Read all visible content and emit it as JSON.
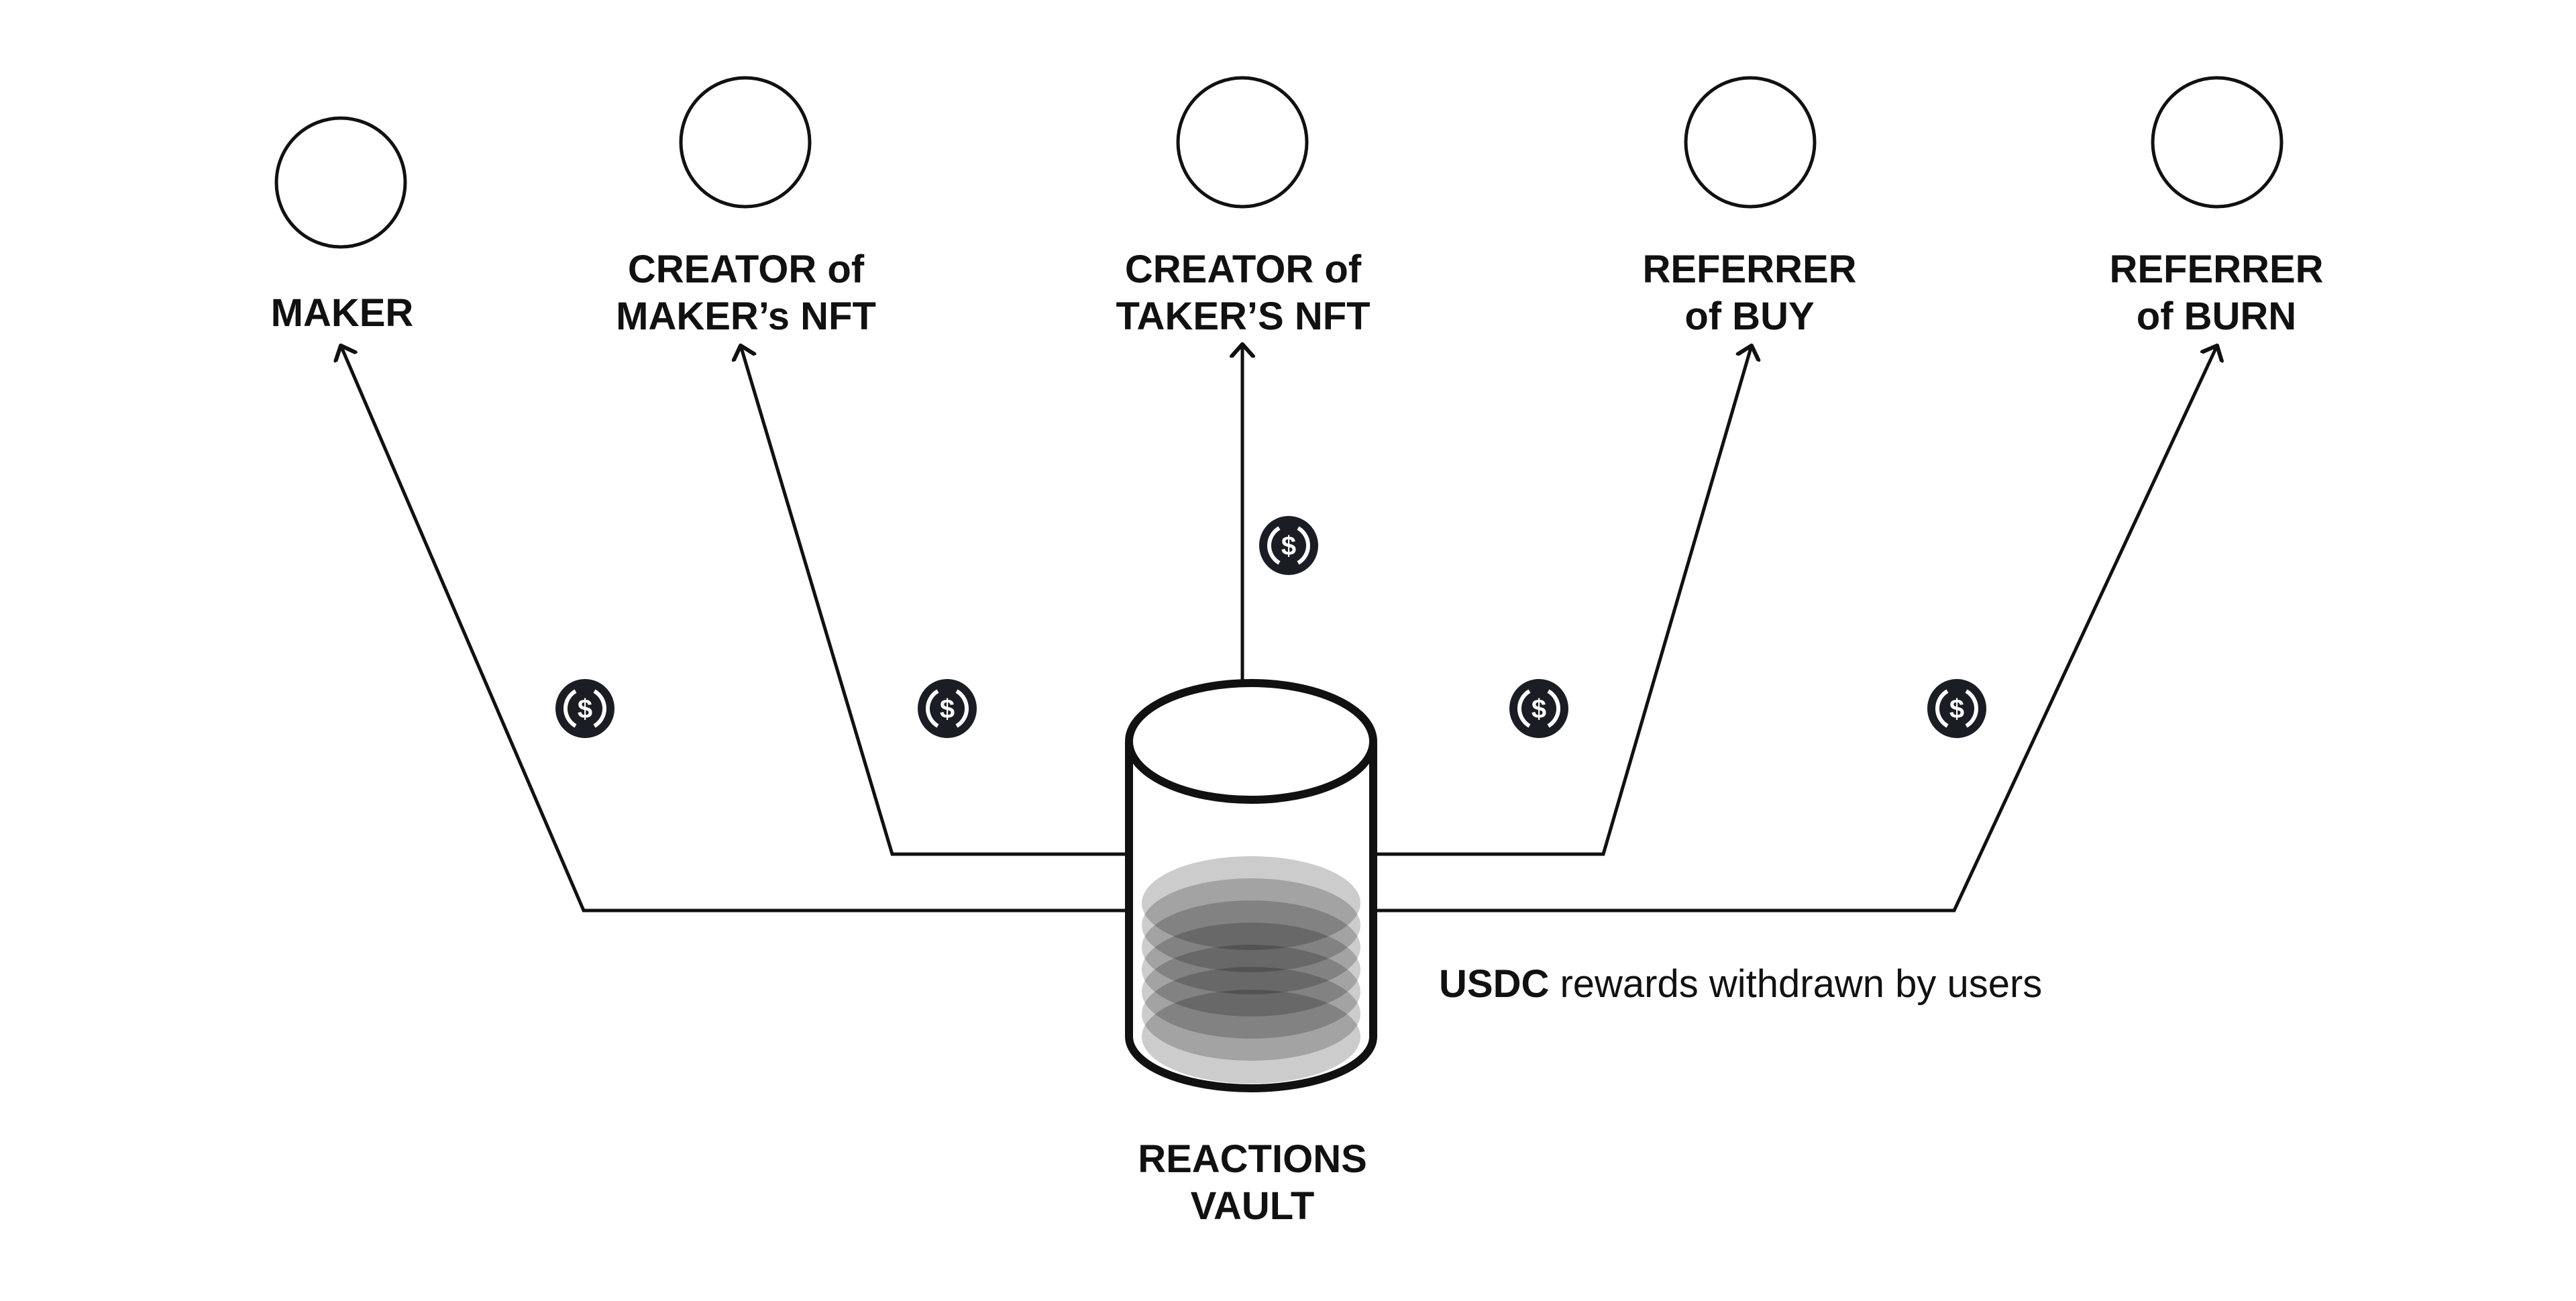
{
  "recipients": [
    {
      "id": "maker",
      "lines": [
        "MAKER"
      ]
    },
    {
      "id": "creator-maker-nft",
      "lines": [
        "CREATOR of",
        "MAKER’s NFT"
      ]
    },
    {
      "id": "creator-taker-nft",
      "lines": [
        "CREATOR of",
        "TAKER’S NFT"
      ]
    },
    {
      "id": "referrer-buy",
      "lines": [
        "REFERRER",
        "of BUY"
      ]
    },
    {
      "id": "referrer-burn",
      "lines": [
        "REFERRER",
        "of BURN"
      ]
    }
  ],
  "vault": {
    "line1": "REACTIONS",
    "line2": "VAULT"
  },
  "caption": {
    "strong": "USDC",
    "rest": " rewards withdrawn by users"
  },
  "icons": {
    "node": "circle-node-icon",
    "token": "usdc-icon",
    "vault": "database-cylinder-icon"
  },
  "colors": {
    "ink": "#111111",
    "token_fill": "#1a1d24",
    "background": "#ffffff"
  }
}
